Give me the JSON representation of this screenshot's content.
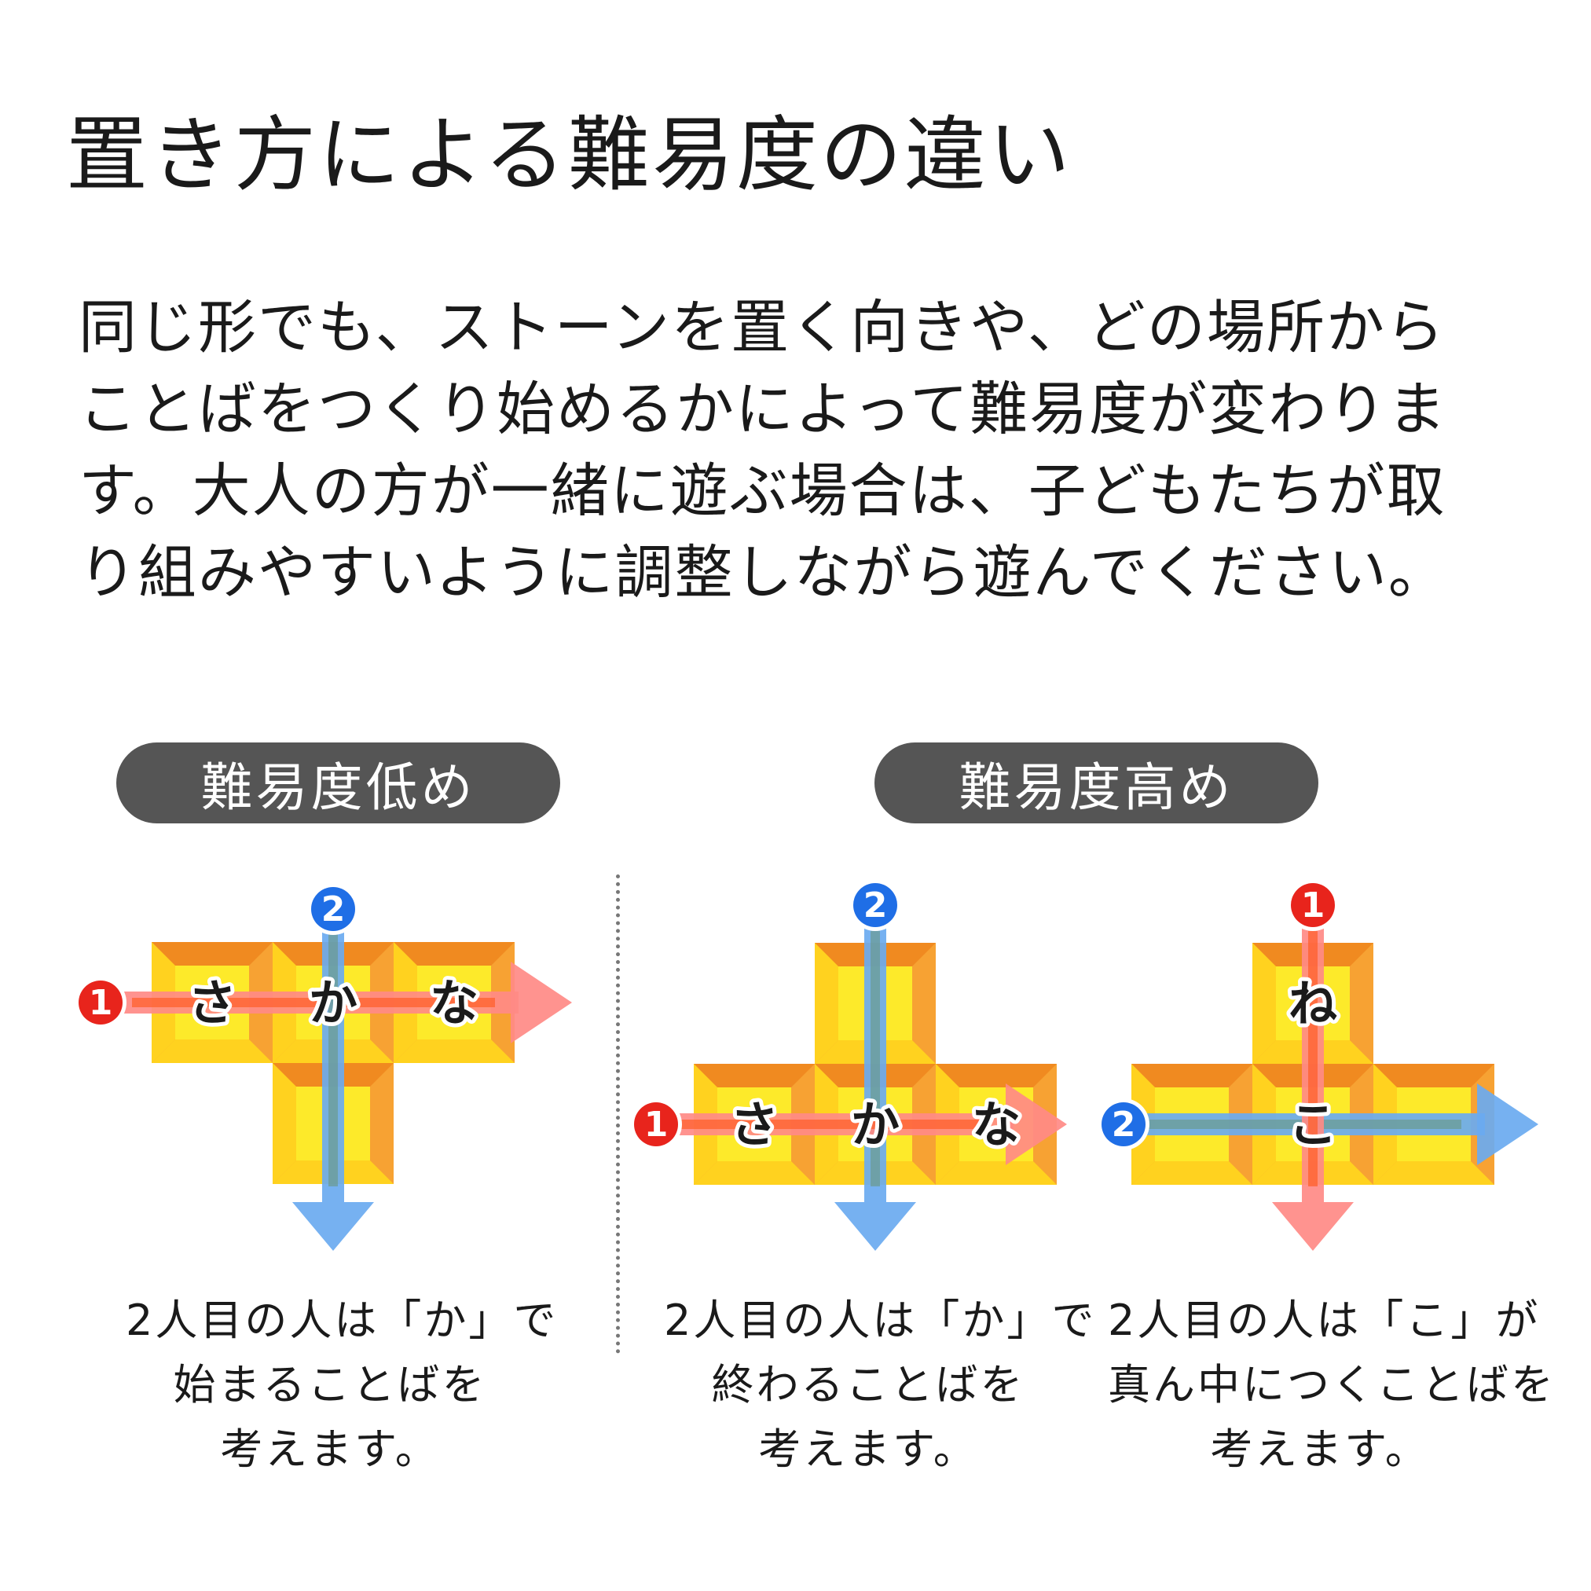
{
  "title": "置き方による難易度の違い",
  "description_lines": [
    "同じ形でも、ストーンを置く向きや、どの場所から",
    "ことばをつくり始めるかによって難易度が変わりま",
    "す。大人の方が一緒に遊ぶ場合は、子どもたちが取",
    "り組みやすいように調整しながら遊んでください。"
  ],
  "labels": {
    "low": "難易度低め",
    "high": "難易度高め"
  },
  "colors": {
    "tile_outer": "#f7a233",
    "tile_bevel": "#ffd21f",
    "tile_inner": "#fdea2a",
    "tile_border": "#f08a20",
    "arrow_red": "#ff8a85",
    "arrow_red_stroke": "#ff5a20",
    "arrow_blue": "#6aaaf0",
    "arrow_blue_stroke": "#6a9a8a",
    "badge_red": "#e8241c",
    "badge_blue": "#1f6ee6",
    "pill": "#555555"
  },
  "examples": [
    {
      "id": "low",
      "tiles": [
        [
          "さ",
          "か",
          "な"
        ],
        [
          "",
          "",
          ""
        ]
      ],
      "word_1": [
        "さ",
        "か",
        "な"
      ],
      "badge_1": "1",
      "badge_2": "2",
      "caption": [
        "2人目の人は「か」で",
        "始まることばを",
        "考えます。"
      ]
    },
    {
      "id": "high-1",
      "word_1": [
        "さ",
        "か",
        "な"
      ],
      "badge_1": "1",
      "badge_2": "2",
      "caption": [
        "2人目の人は「か」で",
        "終わることばを",
        "考えます。"
      ]
    },
    {
      "id": "high-2",
      "word_1": [
        "ね",
        "こ"
      ],
      "badge_1": "1",
      "badge_2": "2",
      "caption": [
        "2人目の人は「こ」が",
        "真ん中につくことばを",
        "考えます。"
      ]
    }
  ]
}
